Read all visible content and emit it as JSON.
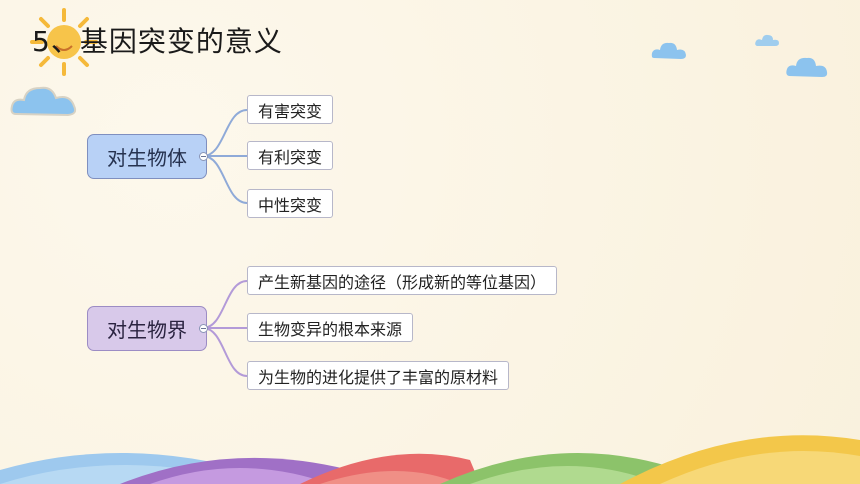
{
  "title": "5、基因突变的意义",
  "groups": [
    {
      "root": "对生物体",
      "children": [
        "有害突变",
        "有利突变",
        "中性突变"
      ]
    },
    {
      "root": "对生物界",
      "children": [
        "产生新基因的途径（形成新的等位基因）",
        "生物变异的根本来源",
        "为生物的进化提供了丰富的原材料"
      ]
    }
  ],
  "colors": {
    "root1": "#b8d1f6",
    "root2": "#d8c9ea",
    "link1": "#8faad8",
    "link2": "#b39ad8"
  }
}
